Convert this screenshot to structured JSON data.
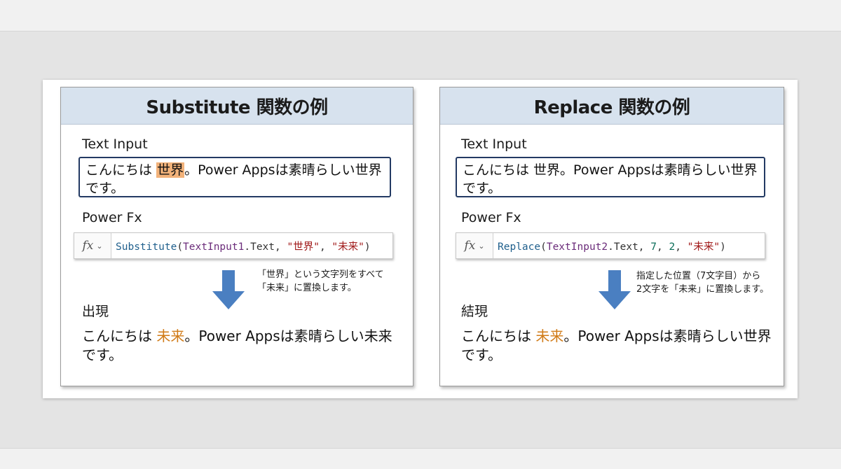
{
  "left": {
    "title": "Substitute 関数の例",
    "input_label": "Text Input",
    "input_before": "こんにちは ",
    "input_highlight": "世界",
    "input_after": "。Power Appsは素晴らしい世界",
    "input_line2": "です。",
    "fx_label": "Power Fx",
    "fx_icon": "fx",
    "code": {
      "fn": "Substitute",
      "open": "(",
      "id": "TextInput1",
      "prop": ".Text, ",
      "arg1": "\"世界\"",
      "sep1": ", ",
      "arg2": "\"未来\"",
      "close": ")"
    },
    "note_line1": "「世界」という文字列をすべて",
    "note_line2": "「未来」に置換します。",
    "result_label": "出現",
    "result_before": "こんにちは ",
    "result_highlight": "未来",
    "result_after": "。Power Appsは素晴らしい未来",
    "result_line2": "です。"
  },
  "right": {
    "title": "Replace 関数の例",
    "input_label": "Text Input",
    "input_line1": "こんにちは 世界。Power Appsは素晴らしい世界",
    "input_line2": "です。",
    "fx_label": "Power Fx",
    "fx_icon": "fx",
    "code": {
      "fn": "Replace",
      "open": "(",
      "id": "TextInput2",
      "prop": ".Text, ",
      "num1": "7",
      "sep1": ", ",
      "num2": "2",
      "sep2": ", ",
      "arg": "\"未来\"",
      "close": ")"
    },
    "note_line1": "指定した位置（7文字目）から",
    "note_line2": "2文字を「未来」に置換します。",
    "result_label": "結現",
    "result_before": "こんにちは ",
    "result_highlight": "未来",
    "result_after": "。Power Appsは素晴らしい世界",
    "result_line2": "です。"
  },
  "colors": {
    "header_bg": "#d7e2ee",
    "input_border": "#233a63",
    "highlight_bg": "#f2b27a",
    "result_highlight": "#d07a16",
    "arrow": "#4a7fc1"
  },
  "icons": {
    "arrow": "arrow-down-icon",
    "chevron": "chevron-down-icon"
  }
}
